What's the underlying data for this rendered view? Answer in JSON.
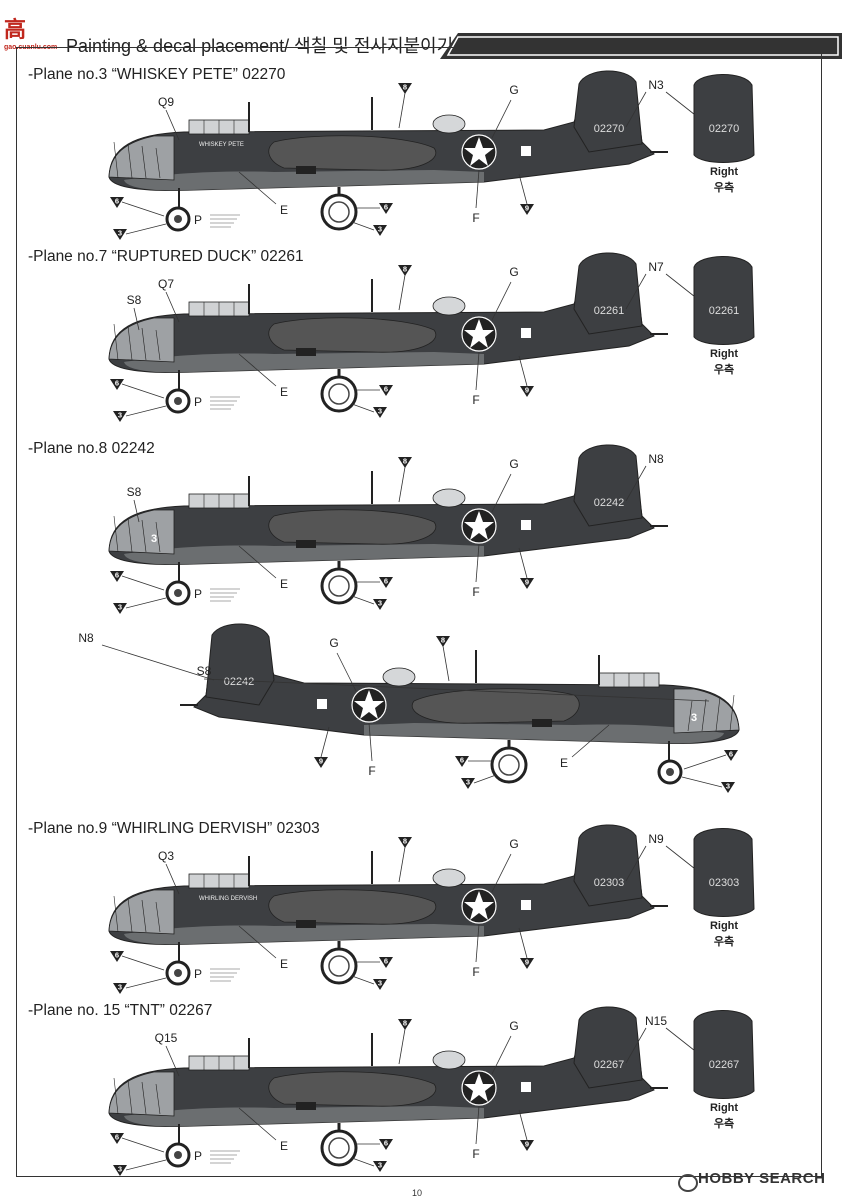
{
  "header": {
    "logo_text": "高",
    "logo_sub": "gao.cuanlu.com",
    "title": "Painting & decal placement/ 색칠 및 전사지붙이기"
  },
  "sections": [
    {
      "title": "-Plane no.3 “WHISKEY PETE” 02270",
      "serial": "02270",
      "nose_decal": "Q9",
      "tail_decal": "N3",
      "nose_text": "WHISKEY PETE"
    },
    {
      "title": "-Plane no.7 “RUPTURED DUCK” 02261",
      "serial": "02261",
      "nose_decal": "Q7",
      "extra_decal": "S8",
      "tail_decal": "N7"
    },
    {
      "title": "-Plane no.8 02242",
      "serial": "02242",
      "extra_decal": "S8",
      "tail_decal": "N8",
      "nose_number": "3"
    },
    {
      "title": "",
      "serial": "02242",
      "extra_decal": "S8",
      "tail_decal": "N8",
      "nose_number": "3"
    },
    {
      "title": "-Plane no.9 “WHIRLING DERVISH” 02303",
      "serial": "02303",
      "nose_decal": "Q3",
      "tail_decal": "N9",
      "nose_text": "WHIRLING DERVISH"
    },
    {
      "title": "-Plane no. 15 “TNT” 02267",
      "serial": "02267",
      "nose_decal": "Q15",
      "tail_decal": "N15"
    }
  ],
  "labels": {
    "g": "G",
    "f": "F",
    "e": "E",
    "p": "P",
    "num6": "6",
    "num3": "3",
    "num8": "8",
    "num9": "9",
    "right_en": "Right",
    "right_ko": "우측"
  },
  "footer": {
    "page": "10",
    "watermark": "HOBBY SEARCH"
  }
}
